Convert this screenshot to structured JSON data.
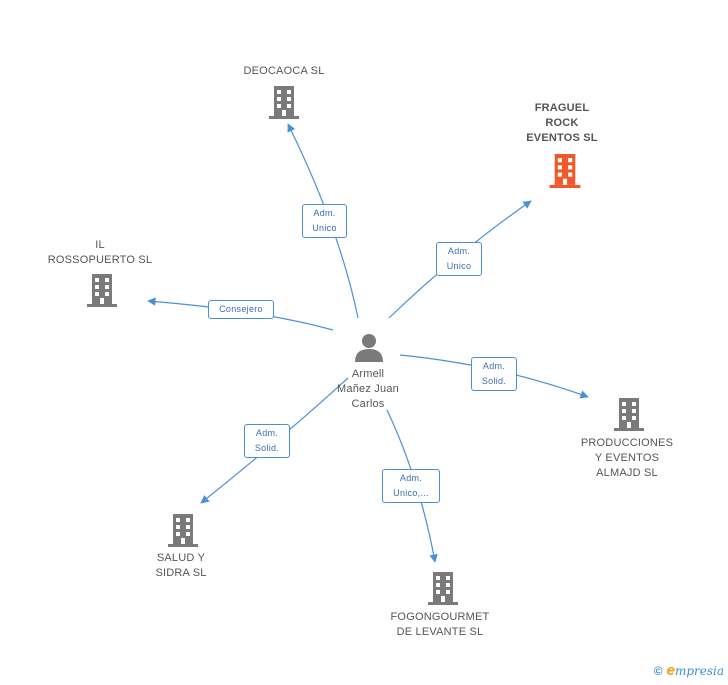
{
  "center": {
    "name": "Armell\nMañez Juan\nCarlos"
  },
  "companies": [
    {
      "id": "deocaoca",
      "name": "DEOCAOCA SL",
      "highlight": false
    },
    {
      "id": "fraguel",
      "name": "FRAGUEL\nROCK\nEVENTOS SL",
      "highlight": true
    },
    {
      "id": "rossopuerto",
      "name": "IL\nROSSOPUERTO SL",
      "highlight": false
    },
    {
      "id": "producciones",
      "name": "PRODUCCIONES\nY EVENTOS\nALMAJD SL",
      "highlight": false
    },
    {
      "id": "salud",
      "name": "SALUD Y\nSIDRA SL",
      "highlight": false
    },
    {
      "id": "fogongourmet",
      "name": "FOGONGOURMET\nDE LEVANTE SL",
      "highlight": false
    }
  ],
  "relations": [
    {
      "to": "deocaoca",
      "label": "Adm.\nUnico"
    },
    {
      "to": "fraguel",
      "label": "Adm.\nUnico"
    },
    {
      "to": "rossopuerto",
      "label": "Consejero"
    },
    {
      "to": "producciones",
      "label": "Adm.\nSolid."
    },
    {
      "to": "salud",
      "label": "Adm.\nSolid."
    },
    {
      "to": "fogongourmet",
      "label": "Adm.\nUnico,..."
    }
  ],
  "colors": {
    "edge": "#4a90d9",
    "building": "#7a7a7a",
    "building_highlight": "#f0592a",
    "person": "#7a7a7a"
  },
  "footer": {
    "copyright": "©",
    "brand_initial": "e",
    "brand_rest": "mpresia"
  }
}
